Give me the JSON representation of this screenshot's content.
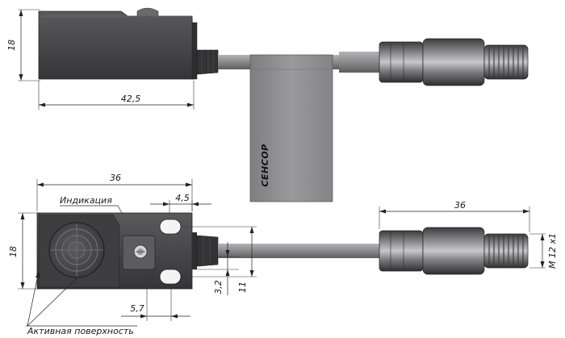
{
  "dimensions": {
    "top_height": "18",
    "top_length": "42,5",
    "bottom_length": "36",
    "indicator_offset": "4,5",
    "bottom_height": "18",
    "connector_length": "36",
    "thread": "M 12 x1",
    "bottom_offset": "5,7",
    "hole_offset": "3,2",
    "hole_spacing": "11"
  },
  "labels": {
    "indication": "Индикация",
    "active_surface": "Активная поверхность",
    "brand": "СЕНСОР"
  },
  "colors": {
    "body": "#4a4a4c",
    "body_dark": "#2e2e30",
    "cable": "#8c8c8e",
    "label_tag": "#8e8e90",
    "connector": "#5c5c5e"
  }
}
